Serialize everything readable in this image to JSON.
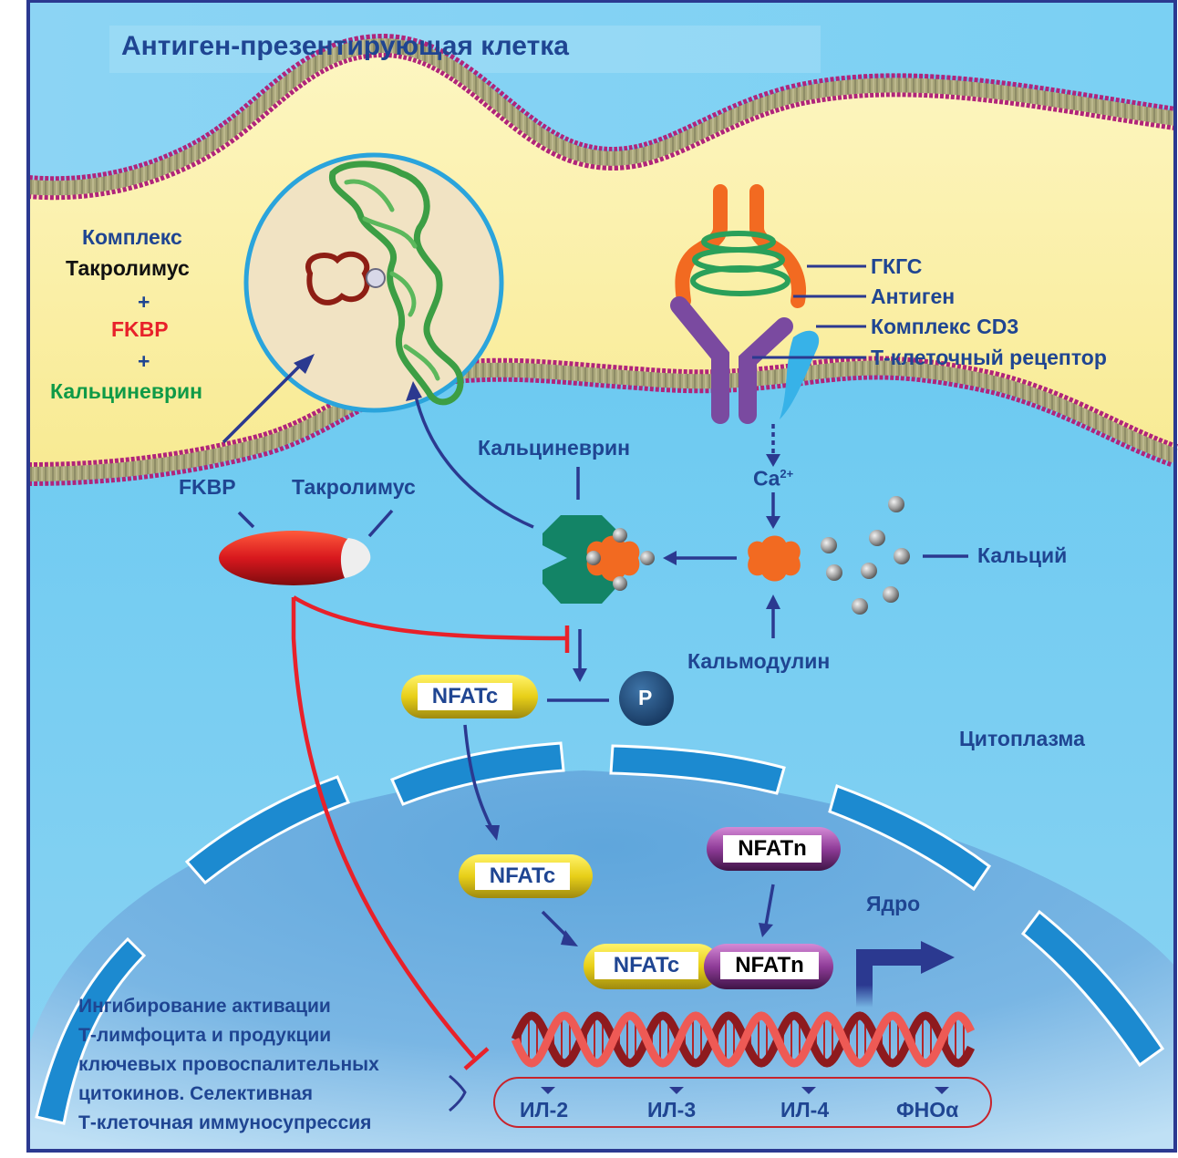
{
  "title": "Антиген-презентирующая клетка",
  "complex_label": {
    "heading": "Комплекс",
    "line_tacrolimus": "Такролимус",
    "plus1": "+",
    "line_fkbp": "FKBP",
    "plus2": "+",
    "line_calcineurin": "Кальциневрин"
  },
  "receptor_labels": {
    "mhc": "ГКГС",
    "antigen": "Антиген",
    "cd3": "Комплекс CD3",
    "tcr": "Т-клеточный рецептор"
  },
  "cytoplasm": {
    "fkbp": "FKBP",
    "tacrolimus": "Такролимус",
    "calcineurin": "Кальциневрин",
    "ca_ion": "Ca",
    "ca_charge": "2+",
    "calcium": "Кальций",
    "calmodulin": "Кальмодулин",
    "phosphate": "P",
    "region_label": "Цитоплазма"
  },
  "nucleus": {
    "region_label": "Ядро",
    "nfatc_cyto": "NFATc",
    "nfatc_nuc": "NFATc",
    "nfatn": "NFATn",
    "complex_nfatc": "NFATc",
    "complex_nfatn": "NFATn",
    "genes": [
      "ИЛ-2",
      "ИЛ-3",
      "ИЛ-4",
      "ФНОα"
    ]
  },
  "outcome_text": [
    "Ингибирование активации",
    "Т-лимфоцита и продукции",
    "ключевых провоспалительных",
    "цитокинов. Селективная",
    "Т-клеточная иммуносупрессия"
  ],
  "colors": {
    "frame": "#2b3990",
    "text_blue": "#1f4592",
    "cytoplasm_bg": "#66c8f0",
    "apc_bg": "#8fd6f5",
    "cleft_yellow": "#fbf0a8",
    "membrane_pink": "#b0247a",
    "inhibition_red": "#e8212a",
    "arrow_blue": "#2b3990",
    "nucleus_blue": "#6aaee0",
    "calcineurin_green": "#138466",
    "calmodulin_orange": "#f26a21",
    "nfatc_yellow": "#e8d21e",
    "nfatn_purple": "#8a3a92"
  }
}
